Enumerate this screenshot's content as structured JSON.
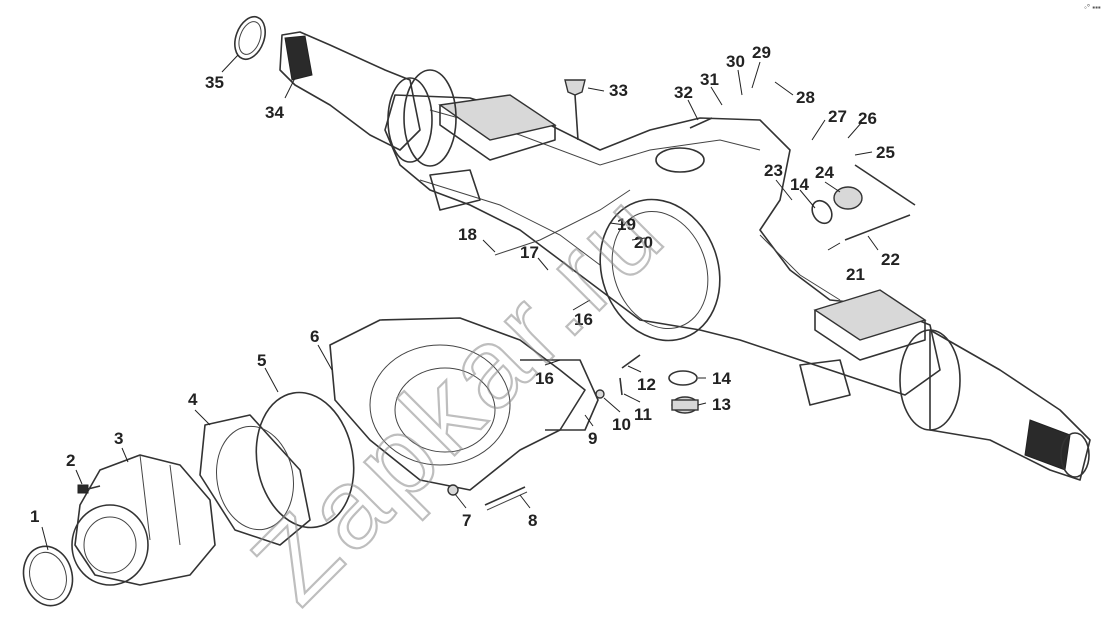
{
  "watermark": "Zapkar.ru",
  "corner_mark": "◦° ▪▪▪",
  "callouts": {
    "c1": "1",
    "c2": "2",
    "c3": "3",
    "c4": "4",
    "c5": "5",
    "c6": "6",
    "c7": "7",
    "c8": "8",
    "c9": "9",
    "c10": "10",
    "c11": "11",
    "c12": "12",
    "c13": "13",
    "c14a": "14",
    "c14b": "14",
    "c16a": "16",
    "c16b": "16",
    "c17": "17",
    "c18": "18",
    "c19": "19",
    "c20": "20",
    "c21": "21",
    "c22": "22",
    "c23": "23",
    "c24": "24",
    "c25": "25",
    "c26": "26",
    "c27": "27",
    "c28": "28",
    "c29": "29",
    "c30": "30",
    "c31": "31",
    "c32": "32",
    "c33": "33",
    "c34": "34",
    "c35": "35"
  }
}
